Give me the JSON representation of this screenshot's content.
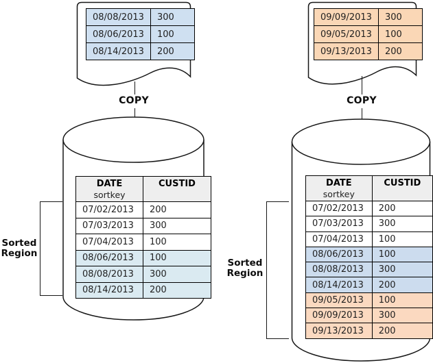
{
  "colors": {
    "doc_blue": "#cfe0f1",
    "doc_orange": "#fad7b6",
    "cyl_blue_left": "#daeaf1",
    "cyl_blue_right": "#ccdcee",
    "cyl_orange": "#fbd9c0",
    "header_bg": "#eeeeee"
  },
  "left": {
    "copy_label": "COPY",
    "source_table": {
      "rows": [
        {
          "date": "08/08/2013",
          "custid": "300"
        },
        {
          "date": "08/06/2013",
          "custid": "100"
        },
        {
          "date": "08/14/2013",
          "custid": "200"
        }
      ]
    },
    "db_table": {
      "header": {
        "date": "DATE",
        "sortkey": "sortkey",
        "custid": "CUSTID"
      },
      "rows": [
        {
          "date": "07/02/2013",
          "custid": "200"
        },
        {
          "date": "07/03/2013",
          "custid": "300"
        },
        {
          "date": "07/04/2013",
          "custid": "100"
        },
        {
          "date": "08/06/2013",
          "custid": "100"
        },
        {
          "date": "08/08/2013",
          "custid": "300"
        },
        {
          "date": "08/14/2013",
          "custid": "200"
        }
      ]
    },
    "sorted_region": {
      "line1": "Sorted",
      "line2": "Region"
    }
  },
  "right": {
    "copy_label": "COPY",
    "source_table": {
      "rows": [
        {
          "date": "09/09/2013",
          "custid": "300"
        },
        {
          "date": "09/05/2013",
          "custid": "100"
        },
        {
          "date": "09/13/2013",
          "custid": "200"
        }
      ]
    },
    "db_table": {
      "header": {
        "date": "DATE",
        "sortkey": "sortkey",
        "custid": "CUSTID"
      },
      "rows": [
        {
          "date": "07/02/2013",
          "custid": "200"
        },
        {
          "date": "07/03/2013",
          "custid": "300"
        },
        {
          "date": "07/04/2013",
          "custid": "100"
        },
        {
          "date": "08/06/2013",
          "custid": "100"
        },
        {
          "date": "08/08/2013",
          "custid": "300"
        },
        {
          "date": "08/14/2013",
          "custid": "200"
        },
        {
          "date": "09/05/2013",
          "custid": "100"
        },
        {
          "date": "09/09/2013",
          "custid": "300"
        },
        {
          "date": "09/13/2013",
          "custid": "200"
        }
      ]
    },
    "sorted_region": {
      "line1": "Sorted",
      "line2": "Region"
    }
  }
}
